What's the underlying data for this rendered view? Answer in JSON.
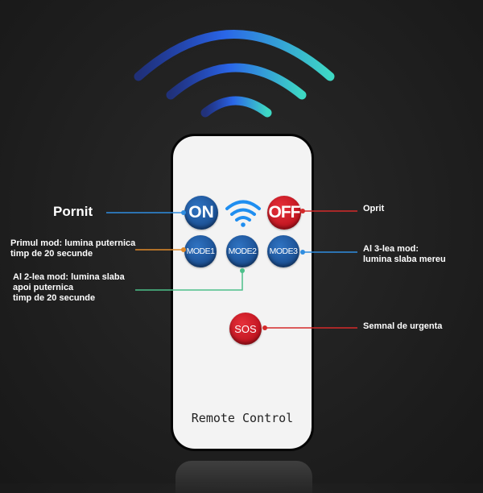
{
  "remote": {
    "buttons": {
      "on": "ON",
      "off": "OFF",
      "mode1": "MODE1",
      "mode2": "MODE2",
      "mode3": "MODE3",
      "sos": "SOS"
    },
    "label": "Remote Control",
    "signal_icon": "wifi-icon"
  },
  "annotations": {
    "pornit": "Pornit",
    "mode1_line1": "Primul mod: lumina puternica",
    "mode1_line2": "timp de 20 secunde",
    "mode2_line1": "Al 2-lea mod: lumina slaba",
    "mode2_line2": "apoi puternica",
    "mode2_line3": "timp de 20 secunde",
    "oprit": "Oprit",
    "mode3_line1": "Al 3-lea mod:",
    "mode3_line2": "lumina slaba mereu",
    "sos": "Semnal de urgenta"
  },
  "colors": {
    "blue_button": "#1b4f92",
    "red_button": "#c0141f",
    "line_blue": "#2f8de0",
    "line_orange": "#e08a2a",
    "line_green": "#4cc08a",
    "line_red": "#d42a2a",
    "signal_blue": "#2d6be6",
    "signal_teal": "#3ed0c0"
  }
}
